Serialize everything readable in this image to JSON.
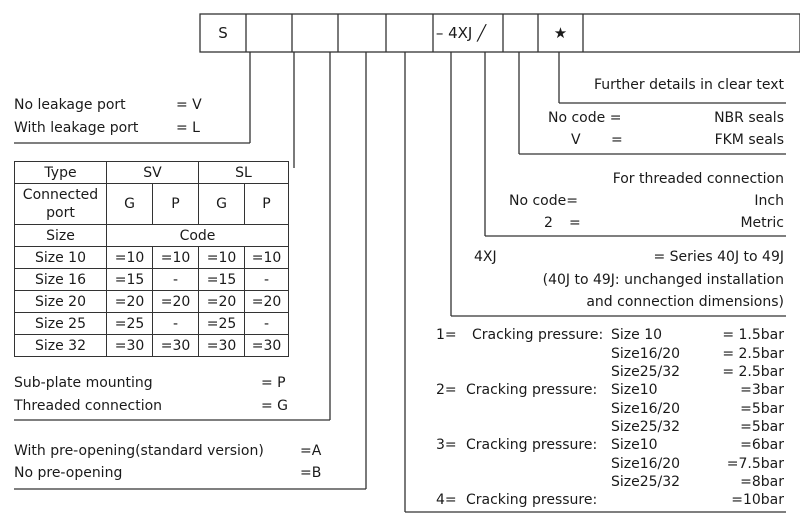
{
  "code_boxes": [
    "S",
    "",
    "",
    "",
    "",
    "",
    "– 4XJ ╱",
    "",
    "★"
  ],
  "seals": {
    "header": "Further details in clear text",
    "no_code_label": "No code =",
    "no_code_value": "NBR seals",
    "v_label": "V",
    "v_eq": "=",
    "v_value": "FKM seals"
  },
  "thread": {
    "header": "For threaded connection",
    "no_code_label": "No code=",
    "no_code_value": "Inch",
    "two_label": "2",
    "two_eq": "=",
    "two_value": "Metric"
  },
  "series": {
    "code": "4XJ",
    "value": "= Series 40J to 49J",
    "note_line1": "(40J to 49J: unchanged installation",
    "note_line2": "and connection dimensions)"
  },
  "cracking": [
    {
      "code": "1=",
      "label": "Cracking pressure:",
      "rows": [
        {
          "size": "Size 10",
          "value": "= 1.5bar"
        },
        {
          "size": "Size16/20",
          "value": "= 2.5bar"
        },
        {
          "size": "Size25/32",
          "value": "= 2.5bar"
        }
      ]
    },
    {
      "code": "2=",
      "label": "Cracking pressure:",
      "rows": [
        {
          "size": "Size10",
          "value": "=3bar"
        },
        {
          "size": "Size16/20",
          "value": "=5bar"
        },
        {
          "size": "Size25/32",
          "value": "=5bar"
        }
      ]
    },
    {
      "code": "3=",
      "label": "Cracking pressure:",
      "rows": [
        {
          "size": "Size10",
          "value": "=6bar"
        },
        {
          "size": "Size16/20",
          "value": "=7.5bar"
        },
        {
          "size": "Size25/32",
          "value": "=8bar"
        }
      ]
    },
    {
      "code": "4=",
      "label": "Cracking pressure:",
      "rows": [
        {
          "size": "",
          "value": "=10bar"
        }
      ]
    }
  ],
  "leakage": {
    "no_label": "No leakage port",
    "no_value": "= V",
    "with_label": "With leakage port",
    "with_value": "= L"
  },
  "type_table": {
    "type_label": "Type",
    "sv": "SV",
    "sl": "SL",
    "connected_port": "Connected port",
    "g": "G",
    "p": "P",
    "size_label": "Size",
    "code_label": "Code",
    "rows": [
      {
        "size": "Size  10",
        "values": [
          "=10",
          "=10",
          "=10",
          "=10"
        ]
      },
      {
        "size": "Size 16",
        "values": [
          "=15",
          "-",
          "=15",
          "-"
        ]
      },
      {
        "size": "Size  20",
        "values": [
          "=20",
          "=20",
          "=20",
          "=20"
        ]
      },
      {
        "size": "Size 25",
        "values": [
          "=25",
          "-",
          "=25",
          "-"
        ]
      },
      {
        "size": "Size  32",
        "values": [
          "=30",
          "=30",
          "=30",
          "=30"
        ]
      }
    ]
  },
  "mounting": {
    "sub_label": "Sub-plate mounting",
    "sub_value": "= P",
    "thr_label": "Threaded connection",
    "thr_value": "= G"
  },
  "opening": {
    "with_label": "With pre-opening(standard version)",
    "with_value": "=A",
    "no_label": "No pre-opening",
    "no_value": "=B"
  }
}
